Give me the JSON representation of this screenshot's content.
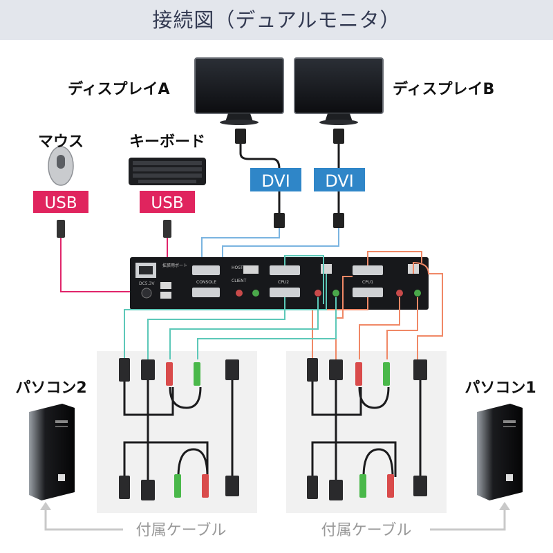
{
  "header": {
    "title": "接続図（デュアルモニタ）"
  },
  "displays": [
    {
      "label": "ディスプレイA"
    },
    {
      "label": "ディスプレイB"
    }
  ],
  "peripherals": {
    "mouse": {
      "label": "マウス",
      "connector": "USB"
    },
    "keyboard": {
      "label": "キーボード",
      "connector": "USB"
    }
  },
  "dvi_tags": [
    "DVI",
    "DVI"
  ],
  "kvm": {
    "ports": {
      "expansion": "拡張用ポート",
      "host": "HOST",
      "client": "CLIENT",
      "console": "CONSOLE",
      "cpu2": "CPU2",
      "cpu1": "CPU1",
      "dc": "DC5.3V"
    }
  },
  "computers": [
    {
      "label": "パソコン2"
    },
    {
      "label": "パソコン1"
    }
  ],
  "cable_sets": [
    {
      "label": "付属ケーブル"
    },
    {
      "label": "付属ケーブル"
    }
  ],
  "colors": {
    "header_bg": "#e3e6ec",
    "usb_tag": "#e0245e",
    "dvi_tag": "#2f86c8",
    "cable_cpu2": "#5cc8b8",
    "cable_cpu1": "#f08866",
    "cable_console": "#7ab4e0",
    "cable_usb": "#e0246a"
  }
}
